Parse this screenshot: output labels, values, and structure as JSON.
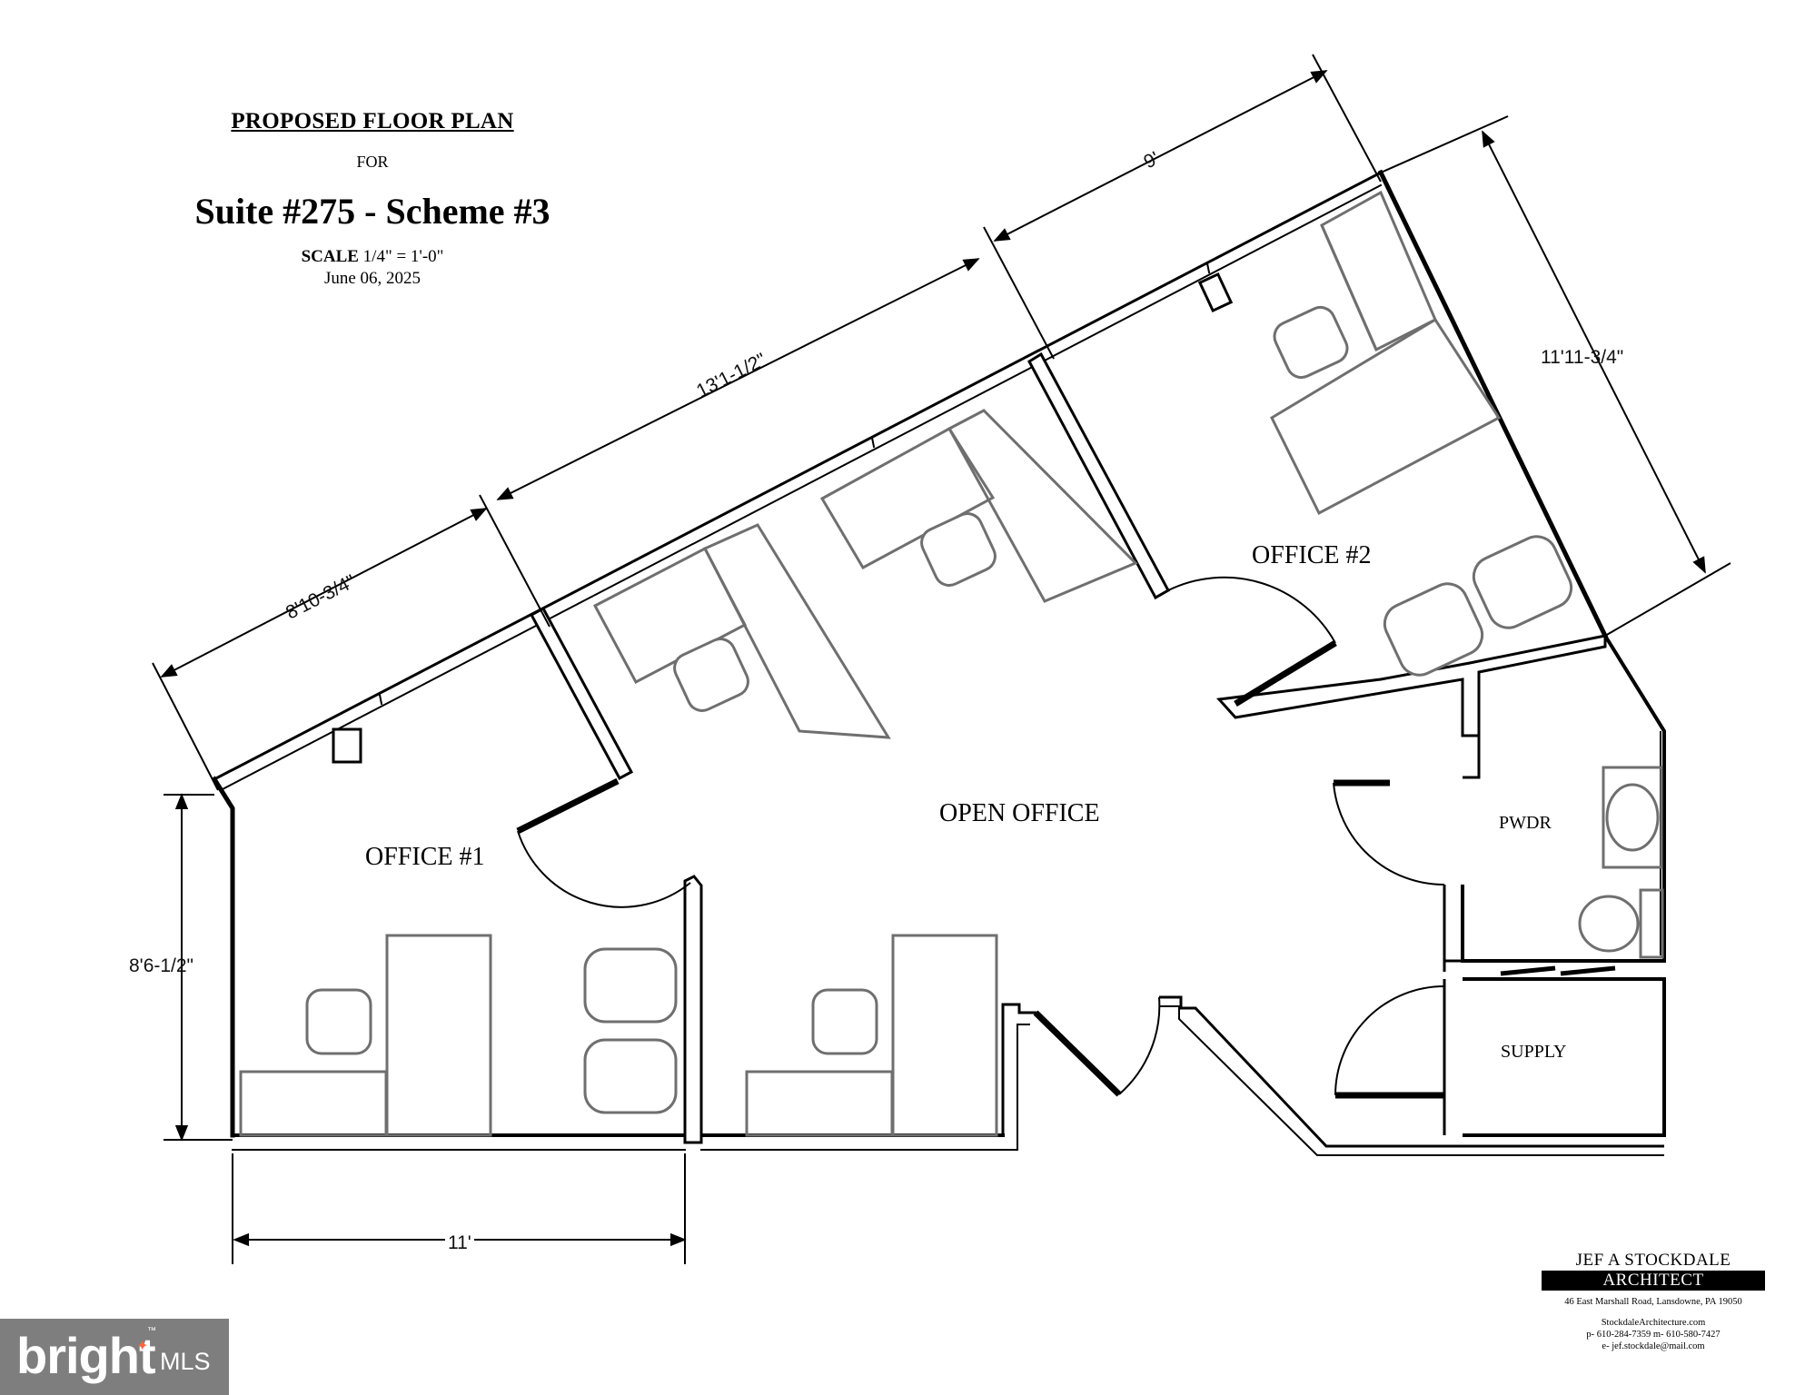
{
  "title_block": {
    "heading": "PROPOSED FLOOR PLAN",
    "for_text": "FOR",
    "suite": "Suite #275 - Scheme #3",
    "scale_label": "SCALE",
    "scale_value": "1/4\" = 1'-0\"",
    "date": "June 06, 2025"
  },
  "rooms": {
    "office1": "OFFICE #1",
    "office2": "OFFICE #2",
    "open_office": "OPEN OFFICE",
    "powder": "PWDR",
    "supply": "SUPPLY"
  },
  "dimensions": {
    "top_left_wall": "8'10-3/4\"",
    "top_middle_wall": "13'1-1/2\"",
    "top_right_wall": "9'",
    "right_wall": "11'11-3/4\"",
    "left_wall": "8'6-1/2\"",
    "bottom_wall": "11'"
  },
  "architect": {
    "name": "JEF A STOCKDALE",
    "title": "ARCHITECT",
    "address": "46 East Marshall Road, Lansdowne, PA 19050",
    "website": "StockdaleArchitecture.com",
    "phones": "p- 610-284-7359  m- 610-580-7427",
    "email": "e- jef.stockdale@mail.com"
  },
  "watermark": {
    "brand": "bright",
    "suffix": "MLS",
    "trademark": "™"
  },
  "colors": {
    "ink": "#000000",
    "furniture": "#6f6f6f",
    "badge": "#747474",
    "badge_accent": "#ff5a2b"
  }
}
